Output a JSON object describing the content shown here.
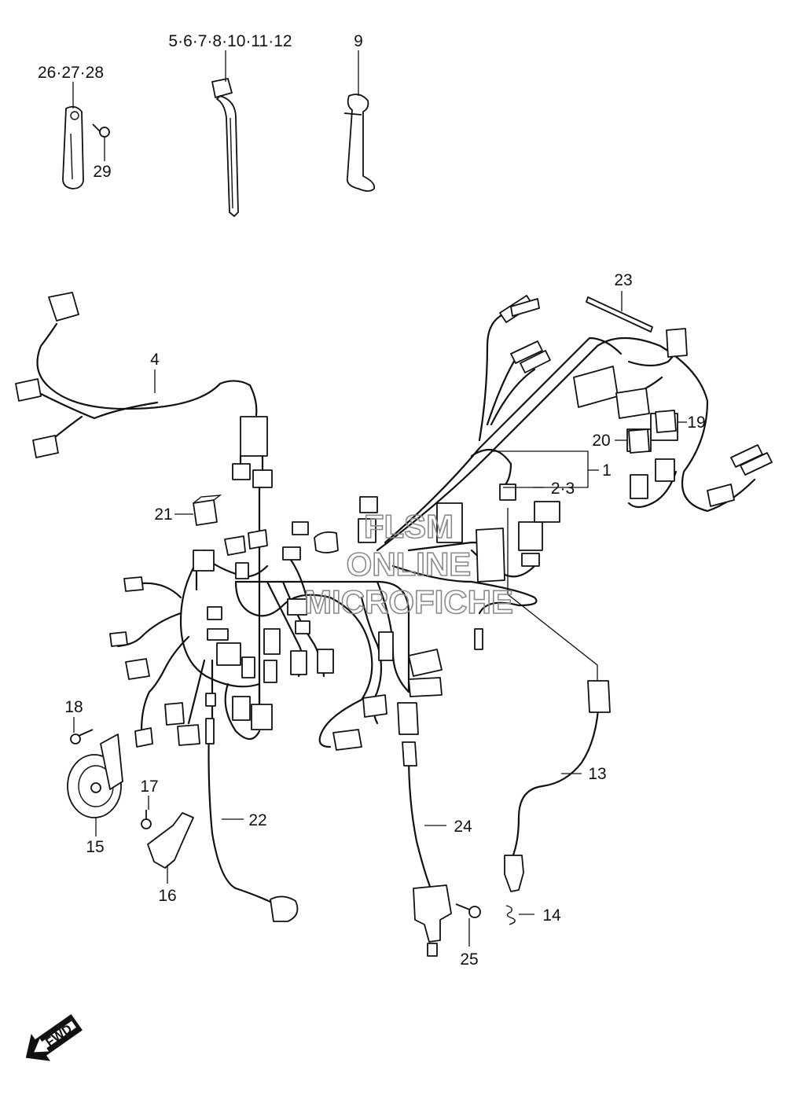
{
  "callouts": {
    "c_26_27_28": "26·27·28",
    "c_5_12": "5·6·7·8·10·11·12",
    "c_9": "9",
    "c_29": "29",
    "c_23": "23",
    "c_4": "4",
    "c_19": "19",
    "c_20": "20",
    "c_1": "1",
    "c_2_3": "2·3",
    "c_21": "21",
    "c_18": "18",
    "c_17": "17",
    "c_15": "15",
    "c_16": "16",
    "c_22": "22",
    "c_24": "24",
    "c_13": "13",
    "c_14": "14",
    "c_25": "25"
  },
  "watermark": {
    "line1": "FLSM",
    "line2": "ONLINE",
    "line3": "MICROFICHE"
  },
  "fwd_arrow": {
    "label": "FWD",
    "icon": "fwd-arrow-icon"
  }
}
